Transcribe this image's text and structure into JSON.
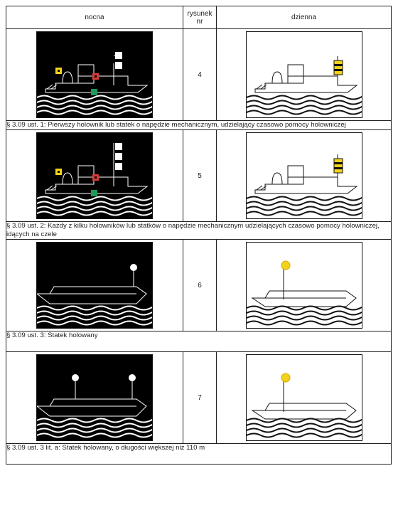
{
  "header": {
    "night": "nocna",
    "figure": "rysunek\nnr",
    "day": "dzienna"
  },
  "rows": [
    {
      "number": "4",
      "caption": "§ 3.09 ust. 1: Pierwszy holownik lub statek o napędzie mechanicznym, udzielający czasowo pomocy holowniczej"
    },
    {
      "number": "5",
      "caption": "§ 3.09 ust. 2: Każdy z kilku holowników lub statków o napędzie mechanicznym udzielających czasowo pomocy holowniczej, idących na czele"
    },
    {
      "number": "6",
      "caption": "§ 3.09 ust. 3: Statek holowany"
    },
    {
      "number": "7",
      "caption": "§ 3.09 ust. 3 lit. a: Statek holowany, o długości większej niż 110 m"
    }
  ],
  "colors": {
    "night_bg": "#000000",
    "day_bg": "#ffffff",
    "white_light": "#ffffff",
    "yellow_light": "#f2d21a",
    "red_light": "#d63a3a",
    "green_light": "#1f9a5a"
  },
  "icons": {
    "tug_white_lights_2": "tug-two-white-masthead-lights",
    "tug_white_lights_3": "tug-three-white-masthead-lights",
    "yellow_cylinder": "yellow-black-cylinder-day-signal",
    "yellow_ball": "yellow-ball-day-signal"
  }
}
